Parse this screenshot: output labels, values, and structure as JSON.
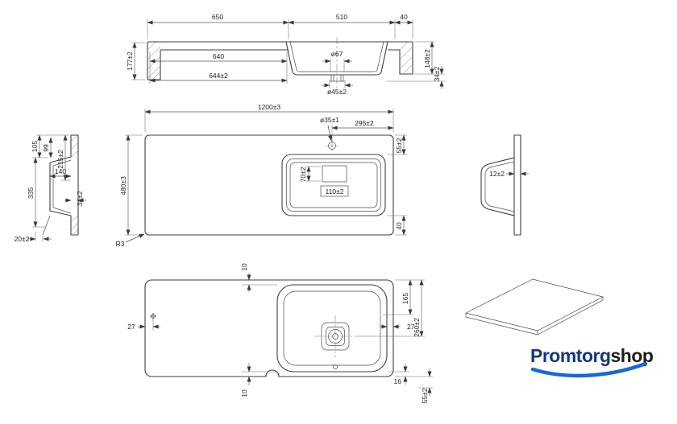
{
  "drawing": {
    "background": "#ffffff",
    "line_color": "#3f3f3f"
  },
  "front_view": {
    "dim_650": "650",
    "dim_510": "510",
    "dim_40": "40",
    "dim_height_left": "177±2",
    "dim_640": "640",
    "dim_drain_top": "ø67",
    "dim_644": "644±2",
    "dim_drain_bottom": "ø45±2",
    "dim_height_right": "148±2",
    "dim_34": "34±2"
  },
  "section_view": {
    "dim_105": "105",
    "dim_99": "99",
    "dim_140": "140",
    "dim_215": "215±2",
    "dim_335": "335",
    "dim_34": "34±2",
    "dim_20": "20±2"
  },
  "plan_view": {
    "dim_1200": "1200±3",
    "dim_hole": "ø35±1",
    "dim_295": "295±2",
    "dim_480": "480±3",
    "dim_55": "55±2",
    "dim_70": "70±2",
    "dim_110": "110±2",
    "dim_40": "40",
    "dim_r3": "R3"
  },
  "end_view": {
    "dim_12": "12±2"
  },
  "bottom_view": {
    "dim_top_10": "10",
    "dim_left_27": "27",
    "dim_165": "165",
    "dim_right_27": "27",
    "dim_260": "260±2",
    "dim_bottom_10": "10",
    "dim_16": "16",
    "dim_55": "55±2"
  },
  "logo": {
    "part1": "Promtorg",
    "part2": "shop",
    "color_primary": "#16377e",
    "color_secondary": "#1c1c1c",
    "swoosh_color": "#1668d8"
  }
}
